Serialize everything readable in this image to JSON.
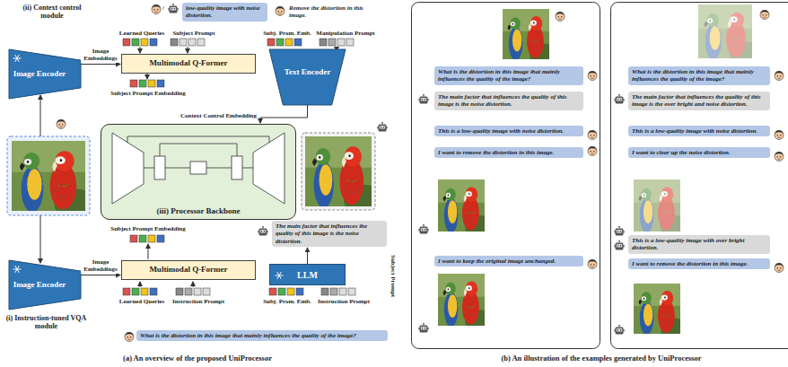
{
  "diagram": {
    "nodes": [
      {
        "text": [
          "low-quality image with noise distortion."
        ]
      },
      {
        "text": [
          "Image Encoder"
        ]
      },
      {
        "text": [
          "Multimodal Q-Former"
        ]
      },
      {
        "text": [
          "Text Encoder"
        ]
      },
      {
        "text": [
          "(iii) Processor Backbone"
        ]
      },
      {
        "text": [
          "The main factor that influences the quality of this image is the noise distortion."
        ]
      },
      {
        "text": [
          "Multimodal Q-Former"
        ]
      },
      {
        "text": [
          "LLM"
        ]
      },
      {
        "text": [
          "Image Encoder"
        ]
      },
      {
        "text": [
          "What is the distortion in this image that mainly influences the quality of the image?"
        ]
      },
      {
        "text": [
          "What is the distortion in this image that mainly influences the quality of the image?"
        ]
      },
      {
        "text": [
          "The main factor that influences the quality of this image is the noise distortion."
        ]
      },
      {
        "text": [
          "This is a low-quality image with noise distortion."
        ]
      },
      {
        "text": [
          "I want to remove the distortion in this image."
        ]
      },
      {
        "text": [
          "I want to keep the original image unchanged."
        ]
      },
      {
        "text": [
          "What is the distortion in this image that mainly influences the quality of the image?"
        ]
      },
      {
        "text": [
          "The main factor that influences the quality of this image is the over bright and noise distortion."
        ]
      },
      {
        "text": [
          "This is a low-quality image with noise distortion."
        ]
      },
      {
        "text": [
          "I want to clear up the noise distortion."
        ]
      },
      {
        "text": [
          "This is a low-quality image with over bright distortion."
        ]
      },
      {
        "text": [
          "I want to remove the distortion in this image."
        ]
      }
    ],
    "edges": [
      {
        "from": 1,
        "to": 2,
        "label": "Image Embeddings",
        "arrow": "to"
      },
      {
        "from": 3,
        "to": 4,
        "label": "Context Control Embedding",
        "arrow": "to"
      },
      {
        "from": 8,
        "to": 6,
        "label": "Image Embeddings",
        "arrow": "to"
      },
      {
        "from": 7,
        "to": 5,
        "arrow": "to"
      }
    ],
    "labels": [
      "(ii) Context control module",
      "/",
      "Remove the distortion in this image.",
      "Learned Queries",
      "Subject Prompt",
      "Subj. Prom. Emb.",
      "Manipulation Prompt",
      "Subject Prompt Embedding",
      "Subject Prompt Embedding",
      "Subject Prompt",
      "Learned Queries",
      "Instruction Prompt",
      "Subj. Prom. Emb.",
      "Instruction Prompt",
      "(i) Instruction-tuned VQA module",
      "(a) An overview of the proposed UniProcessor",
      "(b) An illustration of the examples generated by UniProcessor"
    ]
  }
}
